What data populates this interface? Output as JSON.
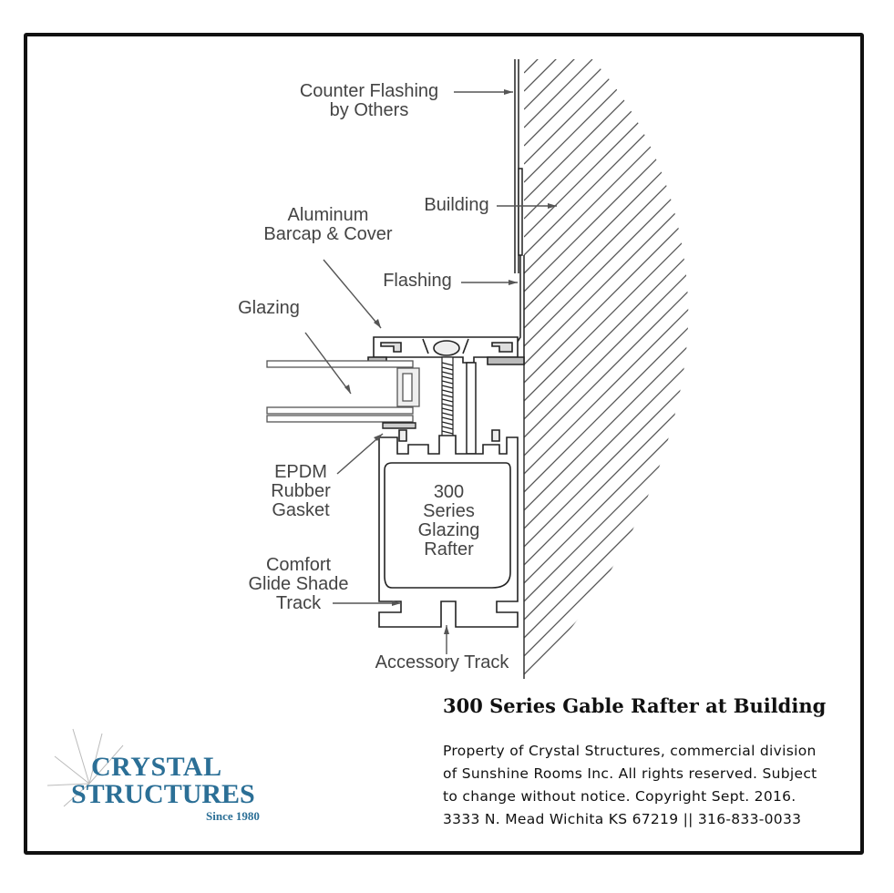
{
  "labels": {
    "counter_flashing": "Counter Flashing\nby Others",
    "building": "Building",
    "aluminum_barcap": "Aluminum\nBarcap & Cover",
    "flashing": "Flashing",
    "glazing": "Glazing",
    "epdm_gasket": "EPDM\nRubber\nGasket",
    "rafter": "300\nSeries\nGlazing\nRafter",
    "shade_track": "Comfort\nGlide Shade\nTrack",
    "accessory_track": "Accessory Track"
  },
  "title": "300 Series Gable Rafter at Building",
  "property_lines": [
    "Property of Crystal Structures, commercial division",
    "of Sunshine Rooms Inc. All rights reserved. Subject",
    "to change without notice. Copyright Sept. 2016.",
    "3333 N. Mead Wichita KS  67219  ||  316-833-0033"
  ],
  "logo": {
    "line1": "CRYSTAL",
    "line2": "STRUCTURES",
    "line3": "Since 1980",
    "color": "#2b6f96"
  }
}
